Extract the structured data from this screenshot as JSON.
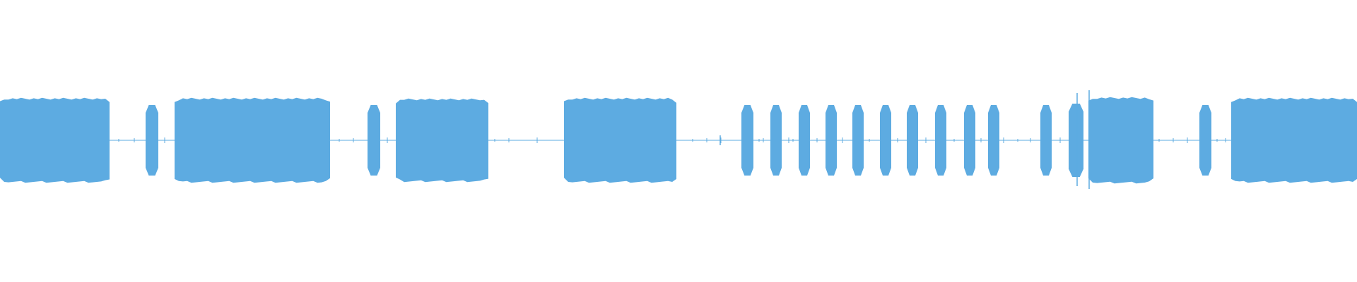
{
  "waveform": {
    "color": "#5dabe1",
    "segments": [
      {
        "type": "block",
        "level": 0.59
      },
      {
        "type": "silence"
      },
      {
        "type": "pulse",
        "level": 0.5
      },
      {
        "type": "silence"
      },
      {
        "type": "block",
        "level": 0.59
      },
      {
        "type": "silence"
      },
      {
        "type": "pulse",
        "level": 0.5
      },
      {
        "type": "silence"
      },
      {
        "type": "block",
        "level": 0.58
      },
      {
        "type": "silence"
      },
      {
        "type": "block",
        "level": 0.59
      },
      {
        "type": "silence"
      },
      {
        "type": "pulse",
        "level": 0.5
      },
      {
        "type": "pulse",
        "level": 0.5
      },
      {
        "type": "pulse",
        "level": 0.5
      },
      {
        "type": "pulse",
        "level": 0.5
      },
      {
        "type": "pulse",
        "level": 0.5
      },
      {
        "type": "pulse",
        "level": 0.5
      },
      {
        "type": "pulse",
        "level": 0.5
      },
      {
        "type": "pulse",
        "level": 0.5
      },
      {
        "type": "pulse",
        "level": 0.5
      },
      {
        "type": "pulse",
        "level": 0.5
      },
      {
        "type": "silence"
      },
      {
        "type": "pulse",
        "level": 0.5
      },
      {
        "type": "pulse",
        "level": 0.52
      },
      {
        "type": "block",
        "level": 0.6
      },
      {
        "type": "silence"
      },
      {
        "type": "pulse",
        "level": 0.5
      },
      {
        "type": "silence"
      },
      {
        "type": "block",
        "level": 0.59
      }
    ]
  }
}
